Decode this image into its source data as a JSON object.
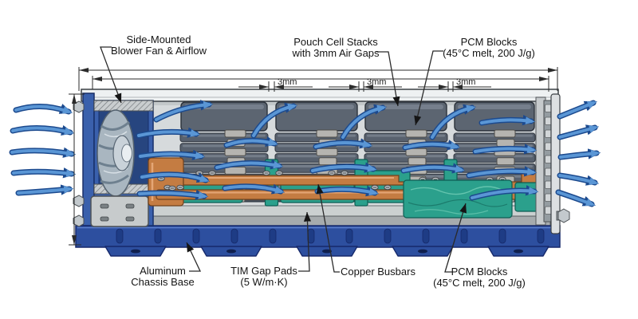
{
  "diagram": {
    "labels": {
      "blower_line1": "Side-Mounted",
      "blower_line2": "Blower Fan & Airflow",
      "pouch_line1": "Pouch Cell Stacks",
      "pouch_line2": "with 3mm Air Gaps",
      "pcm_top_line1": "PCM Blocks",
      "pcm_top_line2": "(45°C melt, 200 J/g)",
      "chassis_line1": "Aluminum",
      "chassis_line2": "Chassis Base",
      "tim_line1": "TIM Gap Pads",
      "tim_line2": "(5 W/m·K)",
      "busbars": "Copper Busbars",
      "pcm_bottom_line1": "PCM Blocks",
      "pcm_bottom_line2": "(45°C melt, 200 J/g)"
    },
    "dimensions": {
      "air_gap": "3mm"
    },
    "colors": {
      "chassis_blue": "#2d4f9f",
      "housing_blue": "#3a60ac",
      "cell_slate": "#5c6571",
      "pcm_green": "#2ba08c",
      "copper": "#c47c42",
      "airflow_blue": "#5a96d5",
      "tim_gray": "#cbd0d0"
    }
  }
}
